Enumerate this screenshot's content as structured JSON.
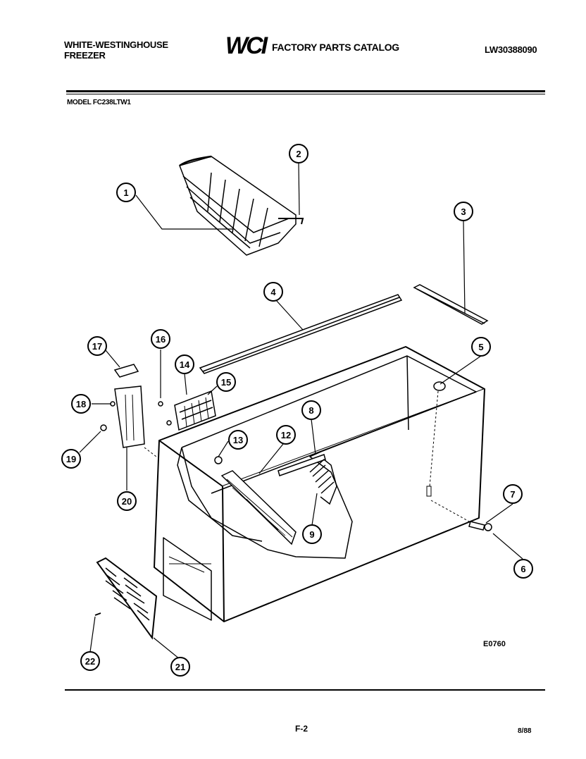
{
  "header": {
    "brand_line1": "WHITE-WESTINGHOUSE",
    "brand_line2": "FREEZER",
    "logo_text": "WCI",
    "catalog_title": "FACTORY PARTS CATALOG",
    "catalog_number": "LW30388090"
  },
  "model_label": "MODEL FC238LTW1",
  "diagram_code": "E0760",
  "footer": {
    "page": "F-2",
    "date": "8/88"
  },
  "callouts": [
    "1",
    "2",
    "3",
    "4",
    "5",
    "6",
    "7",
    "8",
    "9",
    "12",
    "13",
    "14",
    "15",
    "16",
    "17",
    "18",
    "19",
    "20",
    "21",
    "22"
  ]
}
